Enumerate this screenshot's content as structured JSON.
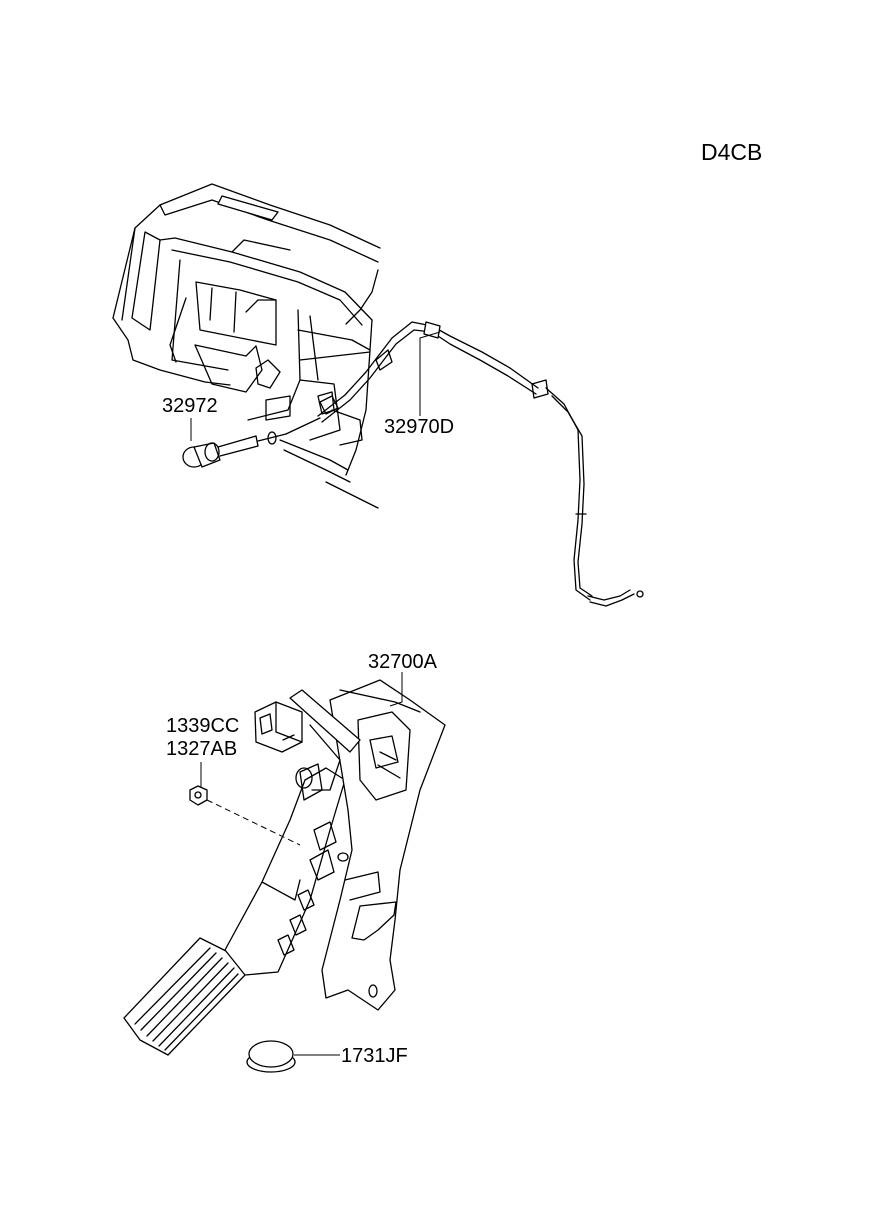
{
  "header": {
    "code": "D4CB"
  },
  "parts": {
    "p32972": "32972",
    "p32970d": "32970D",
    "p32700a": "32700A",
    "p1339cc": "1339CC",
    "p1327ab": "1327AB",
    "p1731jf": "1731JF"
  }
}
